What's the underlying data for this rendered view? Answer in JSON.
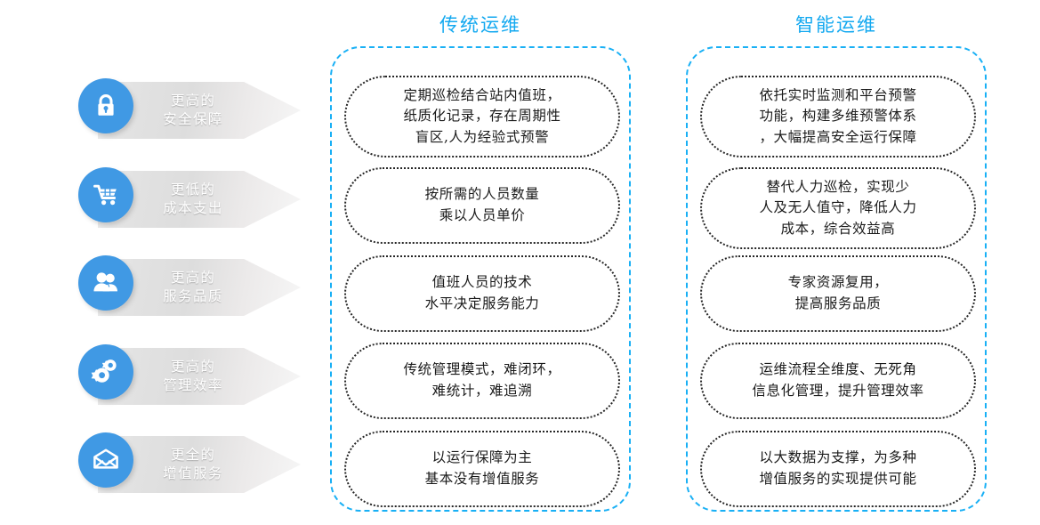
{
  "theme": {
    "accent_blue": "#4099e4",
    "panel_border_blue": "#19b0f5",
    "title_blue": "#14a9f0",
    "card_border": "#262626",
    "arrow_gray_light": "#f6f6f6",
    "arrow_gray_dark": "#dddddd",
    "arrow_text": "#ffffff",
    "background": "#ffffff"
  },
  "columns": {
    "left_title": "传统运维",
    "right_title": "智能运维"
  },
  "dimensions": {
    "rows": 5,
    "columns": 2
  },
  "rows": [
    {
      "icon": "lock-icon",
      "label_line1": "更高的",
      "label_line2": "安全保障",
      "traditional": {
        "lines": [
          "定期巡检结合站内值班，",
          "纸质化记录，存在周期性",
          "盲区,人为经验式预警"
        ]
      },
      "intelligent": {
        "lines": [
          "依托实时监测和平台预警",
          "功能，构建多维预警体系",
          "，大幅提高安全运行保障"
        ]
      }
    },
    {
      "icon": "shopping-cart-icon",
      "label_line1": "更低的",
      "label_line2": "成本支出",
      "traditional": {
        "lines": [
          "按所需的人员数量",
          "乘以人员单价"
        ]
      },
      "intelligent": {
        "lines": [
          "替代人力巡检，实现少",
          "人及无人值守，降低人力",
          "成本，综合效益高"
        ]
      }
    },
    {
      "icon": "users-icon",
      "label_line1": "更高的",
      "label_line2": "服务品质",
      "traditional": {
        "lines": [
          "值班人员的技术",
          "水平决定服务能力"
        ]
      },
      "intelligent": {
        "lines": [
          "专家资源复用，",
          "提高服务品质"
        ]
      }
    },
    {
      "icon": "gears-icon",
      "label_line1": "更高的",
      "label_line2": "管理效率",
      "traditional": {
        "lines": [
          "传统管理模式，难闭环，",
          "难统计，难追溯"
        ]
      },
      "intelligent": {
        "lines": [
          "运维流程全维度、无死角",
          "信息化管理，提升管理效率"
        ]
      }
    },
    {
      "icon": "envelope-icon",
      "label_line1": "更全的",
      "label_line2": "增值服务",
      "traditional": {
        "lines": [
          "以运行保障为主",
          "基本没有增值服务"
        ]
      },
      "intelligent": {
        "lines": [
          "以大数据为支撑，为多种",
          "增值服务的实现提供可能"
        ]
      }
    }
  ]
}
